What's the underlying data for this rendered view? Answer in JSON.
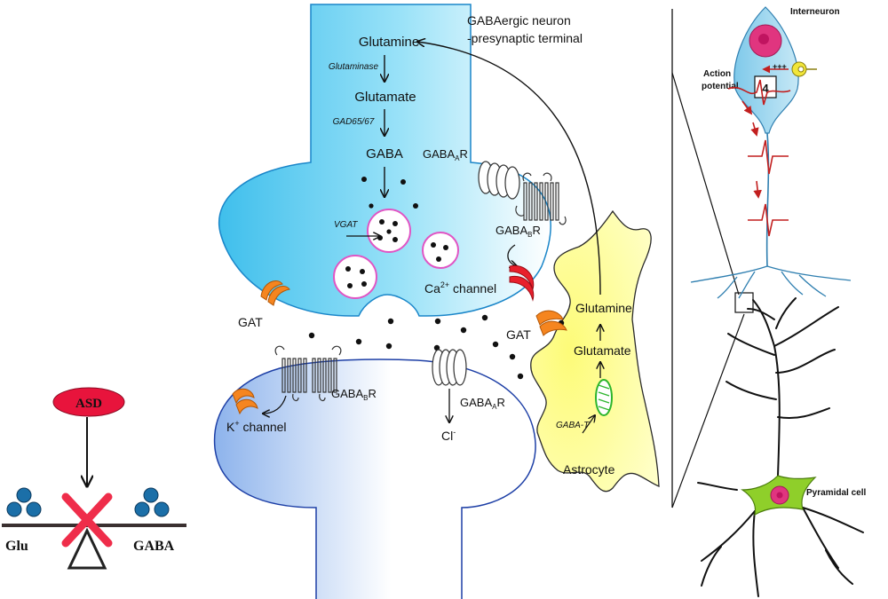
{
  "presynaptic": {
    "title_line1": "GABAergic neuron",
    "title_line2": "-presynaptic terminal",
    "glutamine": "Glutamine",
    "glutaminase": "Glutaminase",
    "glutamate": "Glutamate",
    "gad": "GAD65/67",
    "gaba": "GABA",
    "vgat": "VGAT",
    "gabaa": "GABA",
    "gabaa_sub": "A",
    "gabaa_r": "R",
    "gabab": "GABA",
    "gabab_sub": "B",
    "gabab_r": "R",
    "ca_channel": "Ca",
    "ca_sup": "2+",
    "ca_channel_rest": " channel",
    "gat": "GAT"
  },
  "postsynaptic": {
    "gabab": "GABA",
    "gabab_sub": "B",
    "gabab_r": "R",
    "gabaa": "GABA",
    "gabaa_sub": "A",
    "gabaa_r": "R",
    "k_channel": "K",
    "k_sup": "+",
    "k_channel_rest": " channel",
    "cl": "Cl",
    "cl_sup": "-"
  },
  "astrocyte": {
    "glutamine": "Glutamine",
    "glutamate": "Glutamate",
    "gat": "GAT",
    "gaba_t": "GABA-T",
    "name": "Astrocyte"
  },
  "circuit": {
    "interneuron": "Interneuron",
    "action": "Action",
    "potential": "potential",
    "receptor_number": "4",
    "plus": "+++",
    "pyramidal": "Pyramidal cell"
  },
  "balance": {
    "asd": "ASD",
    "glu": "Glu",
    "gaba": "GABA"
  },
  "colors": {
    "presynaptic_fill": "#49c4ee",
    "postsynaptic_fill": "#9fc0ef",
    "astrocyte_fill": "#fdfb8a",
    "vesicle_border": "#e055c4",
    "ca_channel": "#e8202c",
    "gat": "#f5851f",
    "mitochondrion": "#2db52d",
    "asd": "#e8143c",
    "balls": "#1b6fa8",
    "dendrite_arrow": "#c21f1f",
    "pyramidal_fill": "#8fcf2a"
  }
}
